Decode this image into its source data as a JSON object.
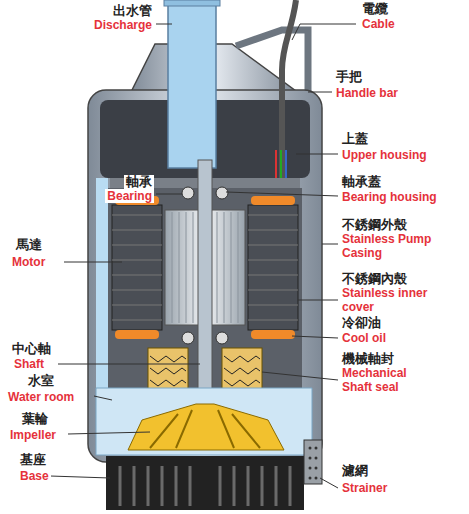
{
  "diagram": {
    "labels": [
      "出水管",
      "Discharge",
      "軸承",
      "Bearing",
      "馬達",
      "Motor",
      "中心軸",
      "Shaft",
      "水室",
      "Water room",
      "葉輪",
      "Impeller",
      "基座",
      "Base",
      "電纜",
      "Cable",
      "手把",
      "Handle bar",
      "上蓋",
      "Upper housing",
      "軸承蓋",
      "Bearing housing",
      "不銹鋼外殼",
      "Stainless Pump Casing",
      "不銹鋼內殼",
      "Stainless inner cover",
      "冷卻油",
      "Cool oil",
      "機械軸封",
      "Mechanical Shaft seal",
      "濾網",
      "Strainer"
    ]
  }
}
